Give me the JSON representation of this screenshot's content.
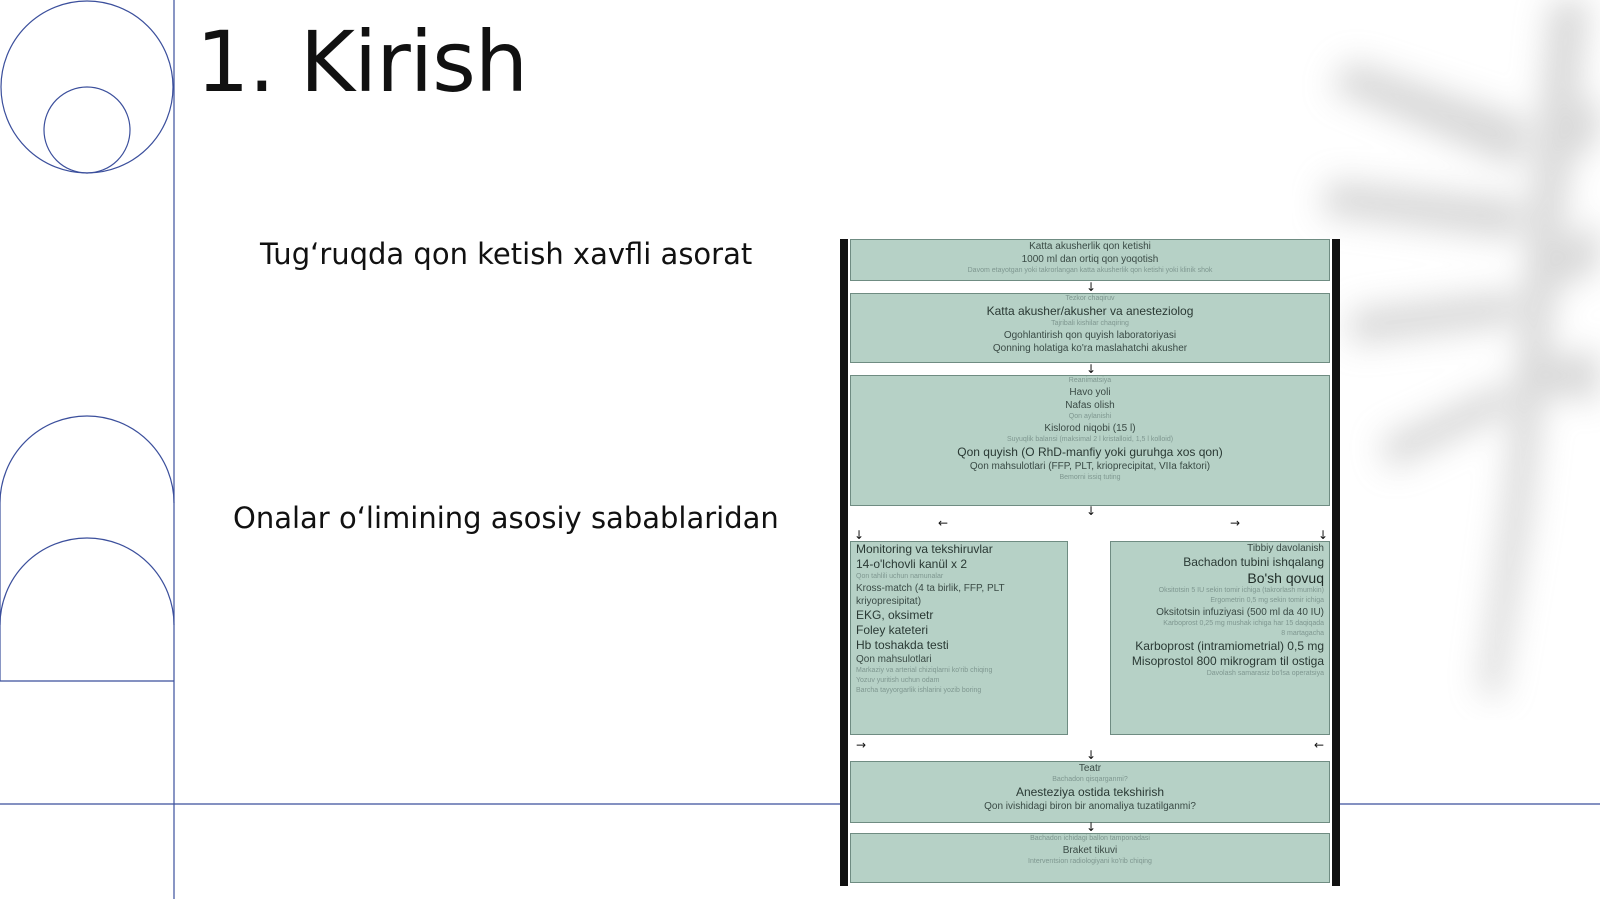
{
  "slide": {
    "title": "1. Kirish",
    "bullets": [
      "Tug‘ruqda qon ketish xavfli asorat",
      "Onalar o‘limining asosiy sabablaridan"
    ]
  },
  "flowchart": {
    "box1": [
      "Katta akusherlik qon ketishi",
      "1000 ml dan ortiq qon yoqotish",
      "Davom etayotgan yoki takrorlangan katta akusherlik qon ketishi yoki klinik shok"
    ],
    "box2": [
      "Tezkor chaqiruv",
      "Katta akusher/akusher va anesteziolog",
      "Tajribali kishilar chaqiring",
      "Ogohlantirish qon quyish laboratoriyasi",
      "Qonning holatiga ko'ra maslahatchi akusher"
    ],
    "box3": [
      "Reanimatsiya",
      "Havo yoli",
      "Nafas olish",
      "Qon aylanishi",
      "Kislorod niqobi (15 l)",
      "Suyuqlik balansi (maksimal 2 l kristalloid, 1,5 l kolloid)",
      "Qon quyish (O RhD-manfiy yoki guruhga xos qon)",
      "Qon mahsulotlari (FFP, PLT, krioprecipitat, VIIa faktori)",
      "Bemorni issiq tuting"
    ],
    "box4": [
      "Monitoring va tekshiruvlar",
      "14-o'lchovli kanül x 2",
      "Qon tahlili uchun namunalar",
      "Kross-match (4 ta birlik, FFP, PLT",
      "kriyopresipitat)",
      "EKG, oksimetr",
      "Foley kateteri",
      "Hb toshakda testi",
      "Qon mahsulotlari",
      "Markaziy va arterial chiziqlarni ko'rib chiqing",
      "Yozuv yuritish uchun odam",
      "Barcha tayyorgarlik ishlarini yozib boring"
    ],
    "box5": [
      "Tibbiy davolanish",
      "Bachadon tubini ishqalang",
      "Bo'sh qovuq",
      "Oksitotsin 5 IU sekin tomir ichiga (takrorlash mumkin)",
      "Ergometrin 0,5 mg sekin tomir ichiga",
      "Oksitotsin infuziyasi (500 ml da 40 IU)",
      "Karboprost 0,25 mg mushak ichiga har 15 daqiqada",
      "8 martagacha",
      "Karboprost (intramiometrial) 0,5 mg",
      "Misoprostol 800 mikrogram til ostiga",
      "Davolash samarasiz bo'lsa operatsiya"
    ],
    "box6": [
      "Teatr",
      "Bachadon qisqarganmi?",
      "Anesteziya ostida tekshirish",
      "Qon ivishidagi biron bir anomaliya tuzatilganmi?"
    ],
    "box7": [
      "Bachadon ichidagi ballon tamponadasi",
      "Braket tikuvi",
      "Interventsion radiologiyani ko'rib chiqing"
    ]
  }
}
